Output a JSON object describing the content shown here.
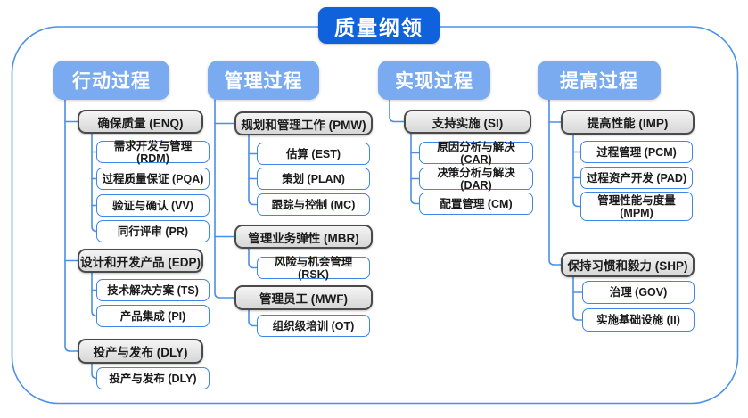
{
  "title": "质量纲领",
  "colors": {
    "title_bg": "#0F62DB",
    "header_bg": "#7AAAF0",
    "connector": "#4A90E8",
    "gray_border": "#4A4A4A",
    "white_border": "#3F86E5"
  },
  "columns": [
    {
      "header": "行动过程",
      "groups": [
        {
          "label": "确保质量 (ENQ)",
          "children": [
            "需求开发与管理 (RDM)",
            "过程质量保证 (PQA)",
            "验证与确认 (VV)",
            "同行评审 (PR)"
          ]
        },
        {
          "label": "设计和开发产品 (EDP)",
          "children": [
            "技术解决方案 (TS)",
            "产品集成 (PI)"
          ]
        },
        {
          "label": "投产与发布 (DLY)",
          "children": [
            "投产与发布 (DLY)"
          ]
        }
      ]
    },
    {
      "header": "管理过程",
      "groups": [
        {
          "label": "规划和管理工作 (PMW)",
          "children": [
            "估算 (EST)",
            "策划 (PLAN)",
            "跟踪与控制 (MC)"
          ]
        },
        {
          "label": "管理业务弹性 (MBR)",
          "children": [
            "风险与机会管理 (RSK)"
          ]
        },
        {
          "label": "管理员工 (MWF)",
          "children": [
            "组织级培训 (OT)"
          ]
        }
      ]
    },
    {
      "header": "实现过程",
      "groups": [
        {
          "label": "支持实施 (SI)",
          "children": [
            "原因分析与解决 (CAR)",
            "决策分析与解决 (DAR)",
            "配置管理 (CM)"
          ]
        }
      ]
    },
    {
      "header": "提高过程",
      "groups": [
        {
          "label": "提高性能 (IMP)",
          "children": [
            "过程管理 (PCM)",
            "过程资产开发 (PAD)",
            "管理性能与度量 (MPM)"
          ]
        },
        {
          "label": "保持习惯和毅力 (SHP)",
          "children": [
            "治理 (GOV)",
            "实施基础设施 (II)"
          ]
        }
      ]
    }
  ]
}
